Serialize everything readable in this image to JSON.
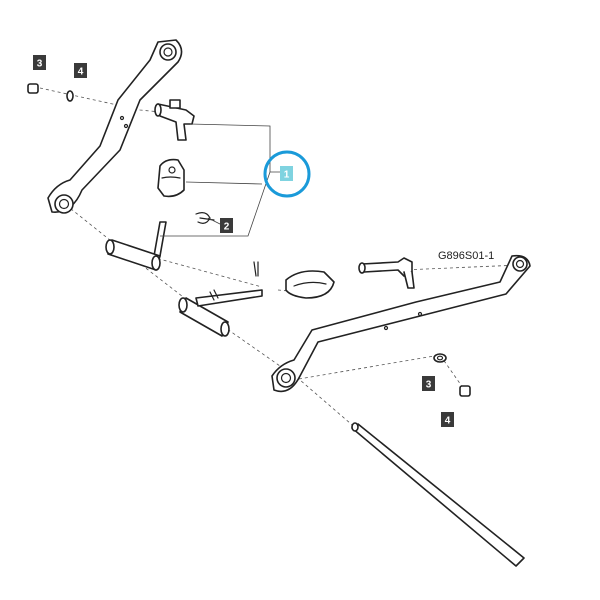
{
  "diagram_code": "G896S01-1",
  "callouts": {
    "c1": "1",
    "c2": "2",
    "c3_top": "3",
    "c4_top": "4",
    "c3_bottom": "3",
    "c4_bottom": "4"
  },
  "colors": {
    "callout_dark": "#3a3a3a",
    "callout_highlight": "#7fd3e0",
    "highlight_ring": "#1a9ad9",
    "line": "#222222"
  }
}
